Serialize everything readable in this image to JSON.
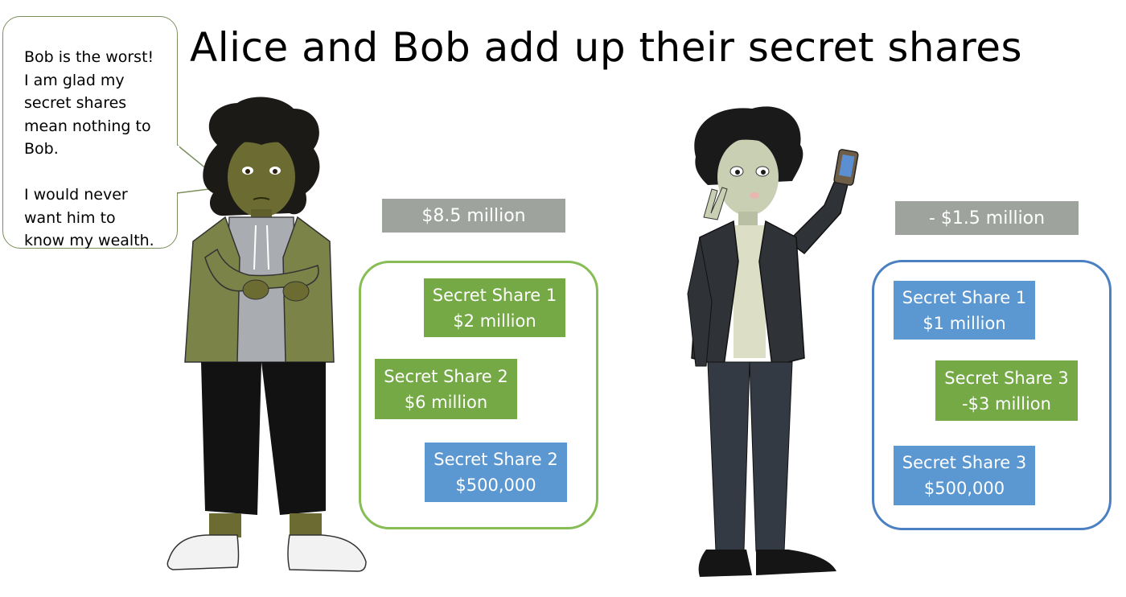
{
  "title": "Alice and Bob add up their secret shares",
  "speech_bubble": {
    "text": "Bob is the worst!\nI am glad my\nsecret shares\nmean nothing to\nBob.\n\nI would never\nwant him to\nknow my wealth."
  },
  "alice": {
    "total": "$8.5 million",
    "shares": [
      {
        "label": "Secret Share 1",
        "value": "$2 million",
        "color": "green"
      },
      {
        "label": "Secret Share 2",
        "value": "$6 million",
        "color": "green"
      },
      {
        "label": "Secret Share 2",
        "value": "$500,000",
        "color": "blue"
      }
    ]
  },
  "bob": {
    "total": "- $1.5 million",
    "shares": [
      {
        "label": "Secret Share 1",
        "value": "$1 million",
        "color": "blue"
      },
      {
        "label": "Secret Share 3",
        "value": "-$3 million",
        "color": "green"
      },
      {
        "label": "Secret Share 3",
        "value": "$500,000",
        "color": "blue"
      }
    ]
  },
  "colors": {
    "green_share": "#74a946",
    "blue_share": "#5b97d1",
    "total_box": "#9fa39e",
    "alice_border": "#86bd55",
    "bob_border": "#4b80c2",
    "bubble_border": "#7a8f5c"
  }
}
